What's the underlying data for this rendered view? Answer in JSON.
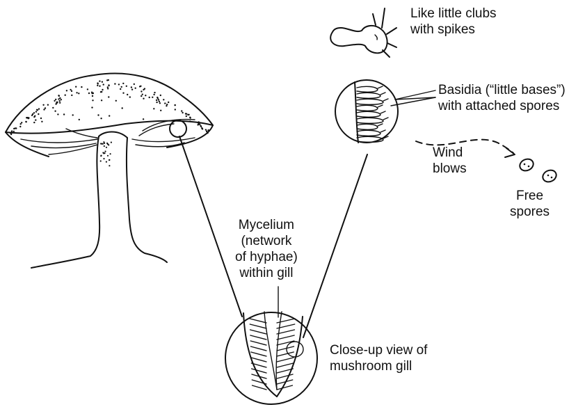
{
  "labels": {
    "clubs": [
      "Like little clubs",
      "with spikes"
    ],
    "basidia": [
      "Basidia (“little bases”)",
      "with attached spores"
    ],
    "wind": [
      "Wind",
      "blows"
    ],
    "free_spores": [
      "Free",
      "spores"
    ],
    "mycelium": [
      "Mycelium",
      "(network",
      "of hyphae)",
      "within gill"
    ],
    "closeup": [
      "Close-up view of",
      "mushroom gill"
    ]
  }
}
